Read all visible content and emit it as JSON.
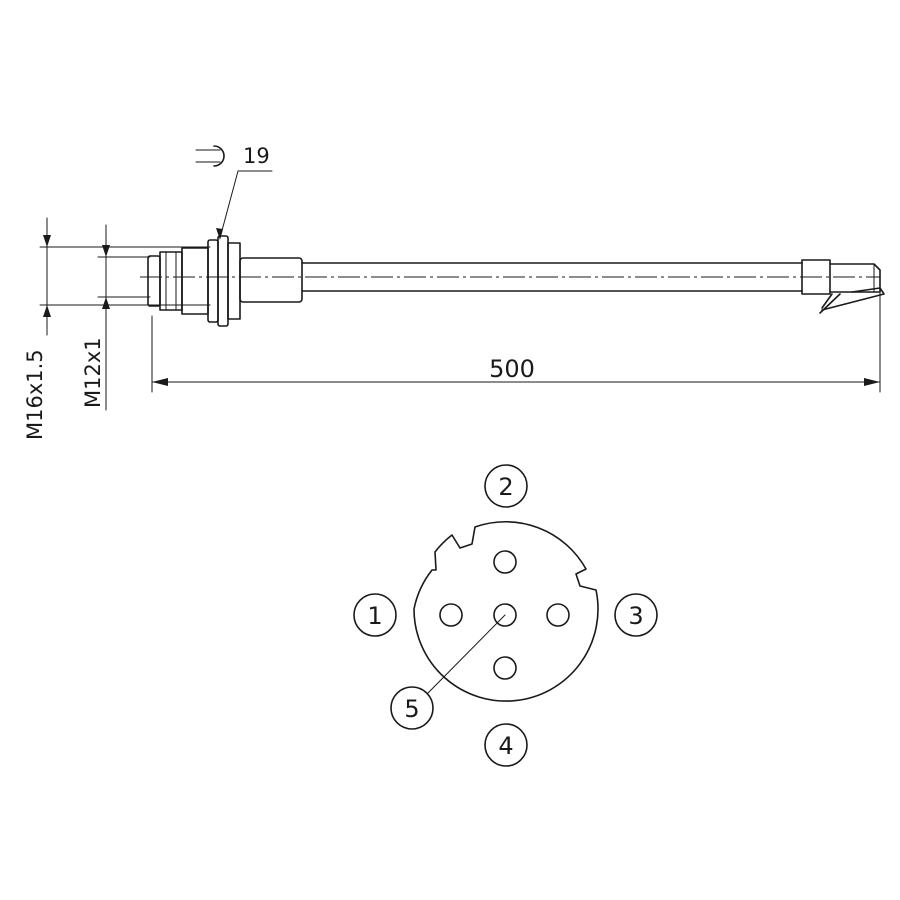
{
  "drawing": {
    "wrench_size": "19",
    "length": "500",
    "thread_outer": "M16x1.5",
    "thread_inner": "M12x1",
    "pins": [
      "1",
      "2",
      "3",
      "4",
      "5"
    ]
  }
}
